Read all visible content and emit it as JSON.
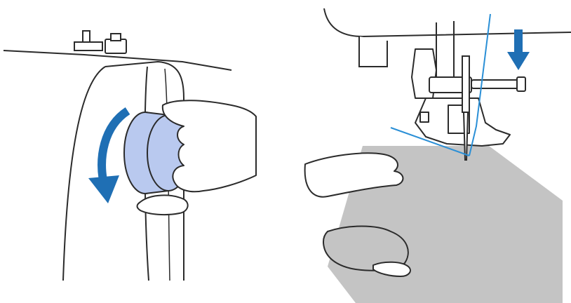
{
  "figure": {
    "panels": [
      {
        "id": "left",
        "step": "turn-handwheel-toward-you"
      },
      {
        "id": "right",
        "step": "lower-needle-into-fabric"
      }
    ]
  },
  "colors": {
    "line": "#2b2b2b",
    "accent_arrow": "#1f6fb4",
    "handwheel_fill": "#b9c9ef",
    "thread": "#2a8fd6",
    "fabric": "#c4c4c4",
    "paper": "#ffffff"
  },
  "icons": {
    "left_arrow": "curved-arrow-down-icon",
    "right_arrow": "arrow-down-icon"
  }
}
